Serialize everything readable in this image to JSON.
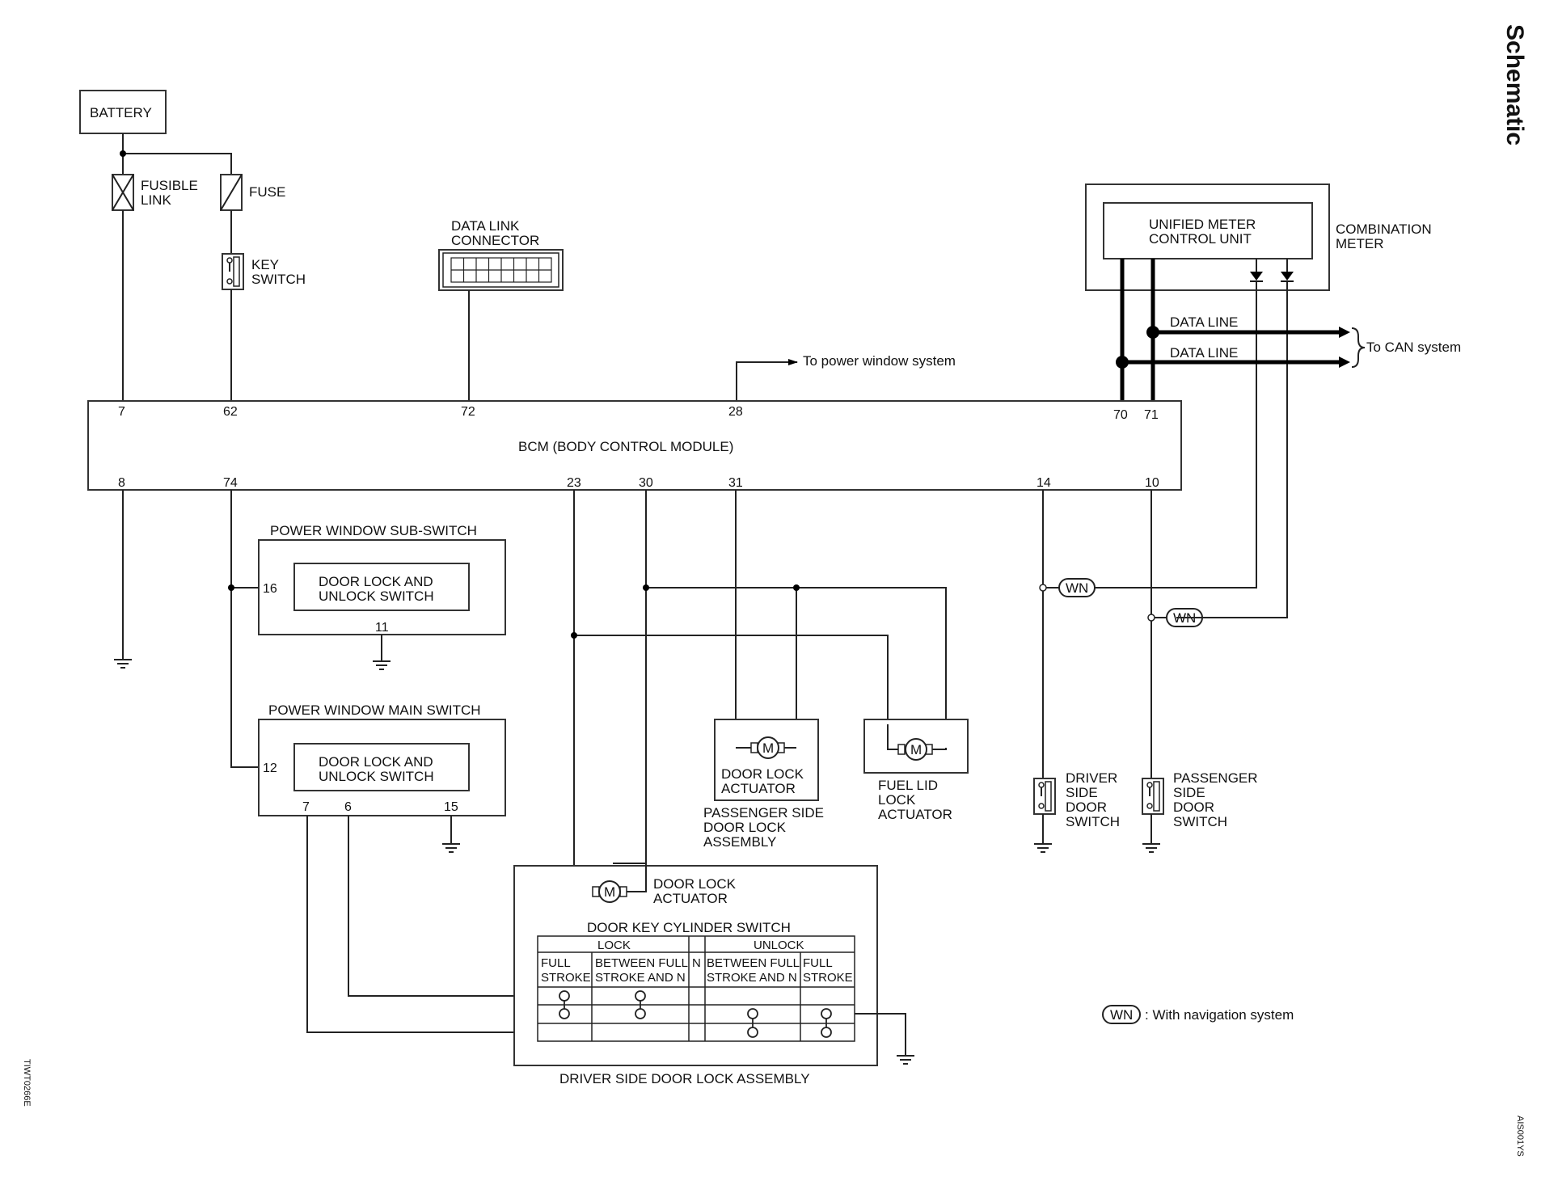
{
  "page_title": "Schematic",
  "left_code": "TIWT0266E",
  "right_code": "AIS001YS",
  "battery": "BATTERY",
  "fusible_link": [
    "FUSIBLE",
    "LINK"
  ],
  "fuse": "FUSE",
  "key_switch": [
    "KEY",
    "SWITCH"
  ],
  "data_link_connector": [
    "DATA LINK",
    "CONNECTOR"
  ],
  "power_window_arrow": "To power window system",
  "combination_meter": [
    "COMBINATION",
    "METER"
  ],
  "unified_meter": [
    "UNIFIED METER",
    "CONTROL UNIT"
  ],
  "data_line_1": "DATA LINE",
  "data_line_2": "DATA LINE",
  "can_system": "To CAN system",
  "bcm": {
    "title": "BCM (BODY CONTROL MODULE)",
    "top_pins": [
      "7",
      "62",
      "72",
      "28",
      "70",
      "71"
    ],
    "bottom_pins": [
      "8",
      "74",
      "23",
      "30",
      "31",
      "14",
      "10"
    ]
  },
  "pw_sub_switch": {
    "title": "POWER WINDOW SUB-SWITCH",
    "inner": [
      "DOOR LOCK AND",
      "UNLOCK SWITCH"
    ],
    "pins": [
      "16",
      "11"
    ]
  },
  "pw_main_switch": {
    "title": "POWER WINDOW MAIN SWITCH",
    "inner": [
      "DOOR LOCK AND",
      "UNLOCK SWITCH"
    ],
    "pins": [
      "12",
      "7",
      "6",
      "15"
    ]
  },
  "passenger_actuator": [
    "DOOR LOCK",
    "ACTUATOR"
  ],
  "passenger_assembly": [
    "PASSENGER SIDE",
    "DOOR LOCK",
    "ASSEMBLY"
  ],
  "fuel_lid": [
    "FUEL LID",
    "LOCK",
    "ACTUATOR"
  ],
  "driver_door_switch": [
    "DRIVER",
    "SIDE",
    "DOOR",
    "SWITCH"
  ],
  "passenger_door_switch": [
    "PASSENGER",
    "SIDE",
    "DOOR",
    "SWITCH"
  ],
  "wn": "WN",
  "wn_legend": ": With navigation system",
  "motor": "M",
  "driver_actuator": [
    "DOOR LOCK",
    "ACTUATOR"
  ],
  "key_cylinder": {
    "title": "DOOR KEY CYLINDER SWITCH",
    "lock": "LOCK",
    "unlock": "UNLOCK",
    "n": "N",
    "full_stroke": [
      "FULL",
      "STROKE"
    ],
    "between": [
      "BETWEEN FULL",
      "STROKE AND N"
    ]
  },
  "driver_assembly": "DRIVER SIDE DOOR LOCK ASSEMBLY"
}
